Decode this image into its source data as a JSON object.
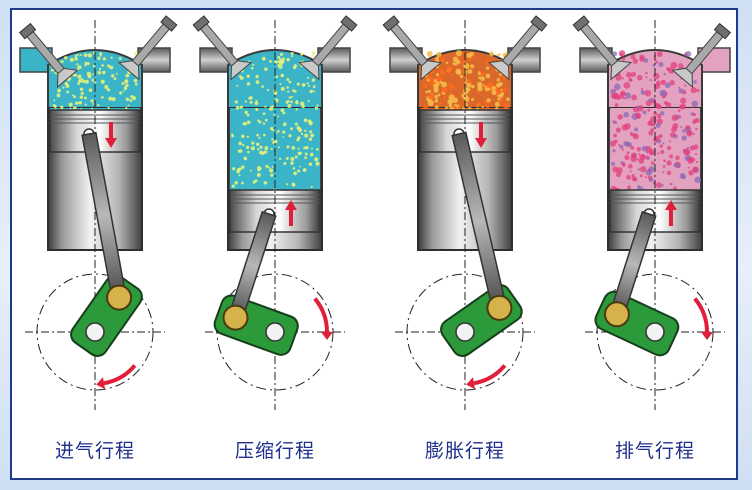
{
  "figure": {
    "strokes": [
      {
        "label": "进气行程",
        "fill": "intake-mixture",
        "piston": "top",
        "arrow": "down",
        "intake_valve": "open",
        "exhaust_valve": "closed"
      },
      {
        "label": "压缩行程",
        "fill": "compressed-mixture",
        "piston": "bottom",
        "arrow": "up",
        "intake_valve": "closed",
        "exhaust_valve": "closed"
      },
      {
        "label": "膨胀行程",
        "fill": "combustion",
        "piston": "top",
        "arrow": "down",
        "intake_valve": "closed",
        "exhaust_valve": "closed"
      },
      {
        "label": "排气行程",
        "fill": "exhaust-gas",
        "piston": "bottom",
        "arrow": "up",
        "intake_valve": "closed",
        "exhaust_valve": "open"
      }
    ],
    "colors": {
      "frame": "#1f3a8a",
      "label_text": "#1f2f8c",
      "mixture": "#3cb4c8",
      "mixture_dots": "#e7f27a",
      "combustion": "#f0a12a",
      "exhaust": "#d0377a",
      "piston_arrow": "#e0203a",
      "crank_arm": "#2c9a3a",
      "crank_pin": "#d6b24a",
      "metal": "#8a8a8a"
    }
  }
}
